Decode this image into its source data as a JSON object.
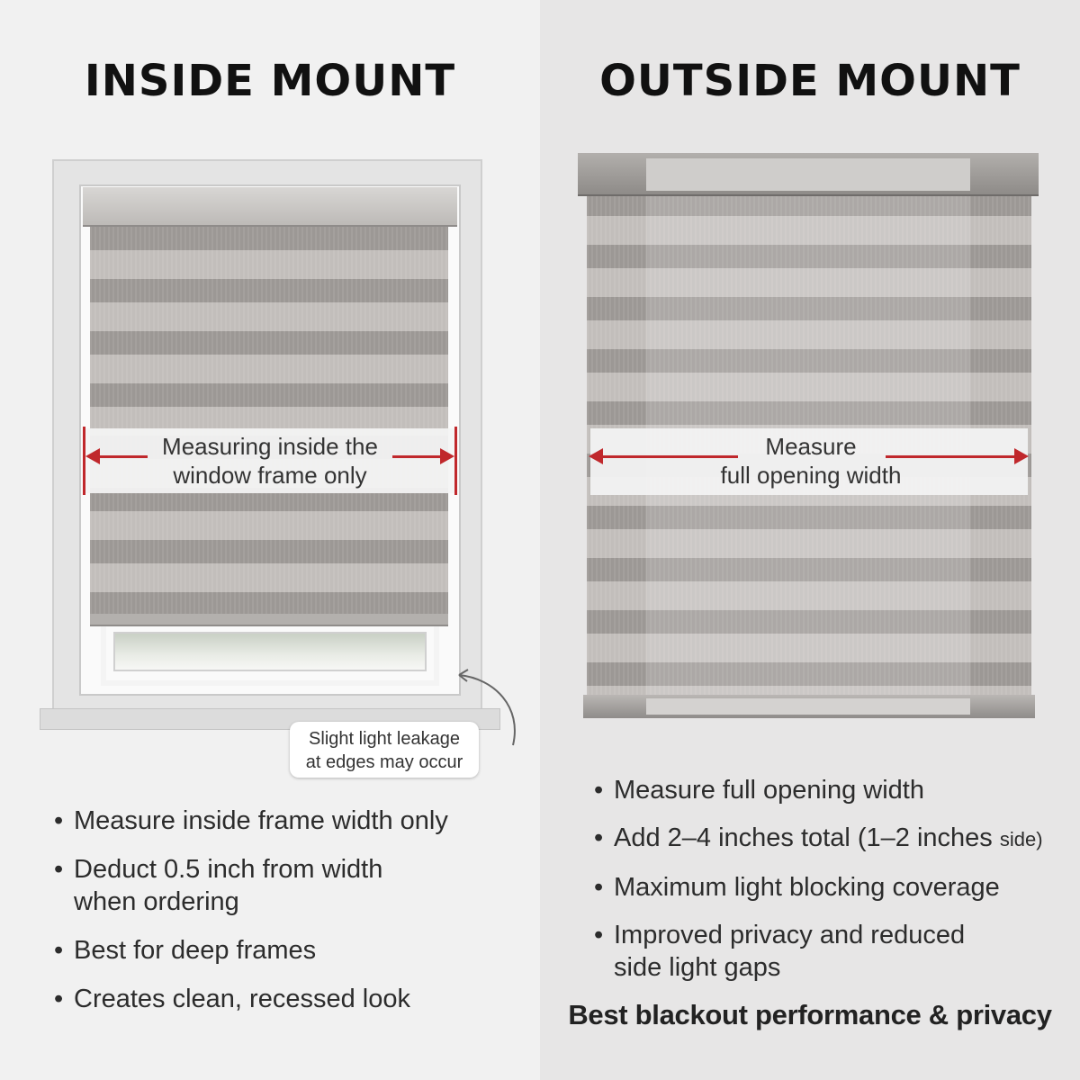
{
  "left": {
    "title": "INSIDE MOUNT",
    "measure_label_line1": "Measuring inside the",
    "measure_label_line2": "window frame only",
    "callout_line1": "Slight light leakage",
    "callout_line2": "at edges may occur",
    "bullets": [
      "Measure inside frame width only",
      "Deduct 0.5 inch from width",
      "when ordering",
      "Best for deep frames",
      "Creates clean, recessed look"
    ]
  },
  "right": {
    "title": "OUTSIDE MOUNT",
    "measure_label_line1": "Measure",
    "measure_label_line2": "full opening width",
    "bullets": [
      "Measure full opening width",
      "Add 2–4 inches total (1–2 inches",
      "side)",
      "Maximum light blocking coverage",
      "Improved privacy and reduced",
      "side light gaps"
    ],
    "tagline": "Best blackout performance & privacy"
  },
  "colors": {
    "arrow": "#c0282c",
    "fabric_dark": "#9c9895",
    "fabric_light": "#c2bebb"
  }
}
